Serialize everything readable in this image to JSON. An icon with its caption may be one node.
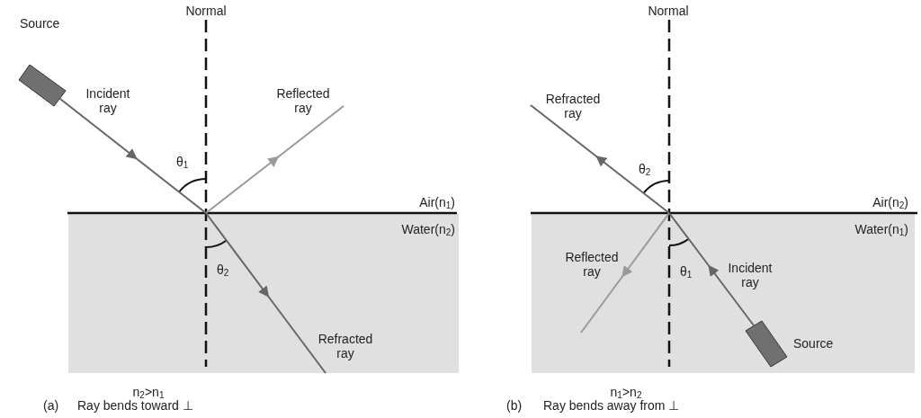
{
  "diagram": {
    "labels": [
      "Normal",
      "Source",
      "Incident ray",
      "Reflected ray",
      "θ$_{1}$",
      "Air(n$_{1}$)",
      "Water(n$_{2}$)",
      "θ$_{2}$",
      "Refracted ray",
      "n$_{2}$>n$_{1}$",
      "(a)",
      "Ray bends toward ⊥",
      "Normal",
      "Refracted ray",
      "θ$_{2}$",
      "Air(n$_{2}$)",
      "Water(n$_{1}$)",
      "Reflected ray",
      "θ$_{1}$",
      "Incident ray",
      "Source",
      "n$_{1}$>n$_{2}$",
      "(b)",
      "Ray bends away from ⊥"
    ]
  }
}
